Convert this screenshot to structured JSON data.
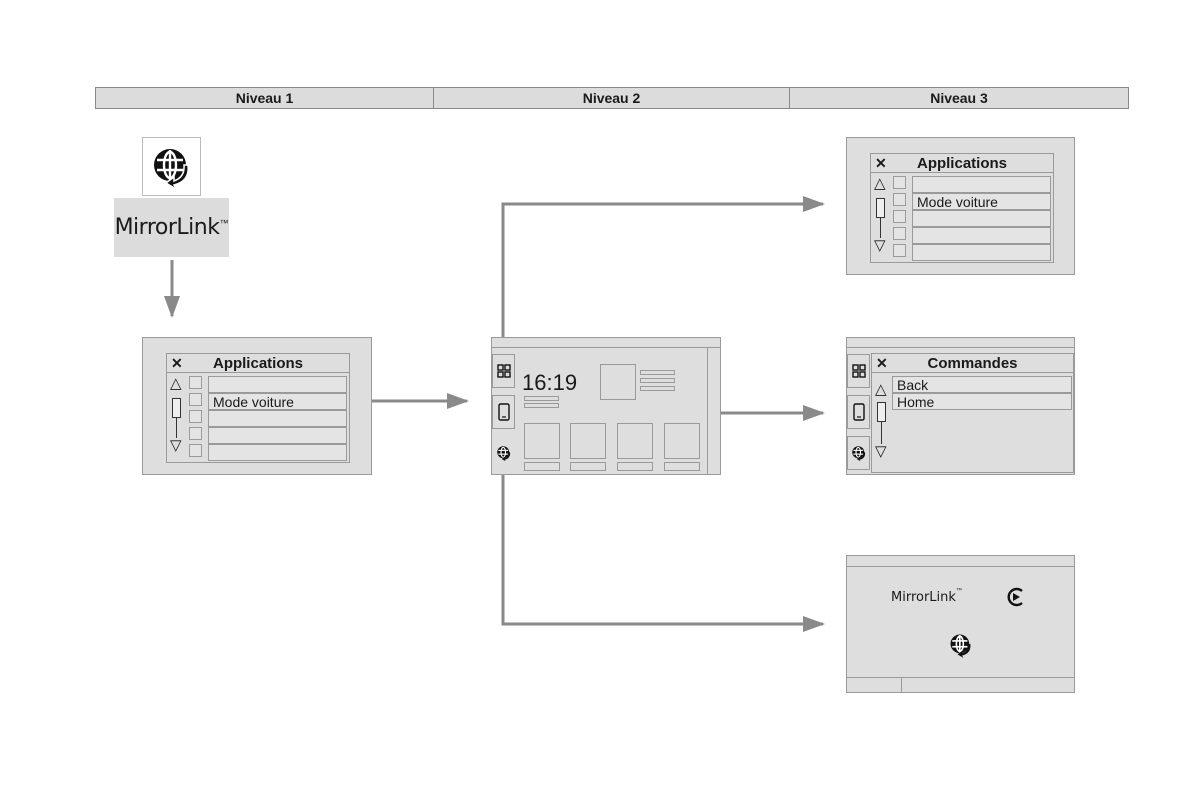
{
  "header": {
    "col1": "Niveau 1",
    "col2": "Niveau 2",
    "col3": "Niveau 3"
  },
  "level1": {
    "brand": "MirrorLink",
    "brand_tm": "™",
    "apps_list": {
      "title": "Applications",
      "close": "✕",
      "up": "△",
      "down": "▽",
      "items": [
        "",
        "Mode voiture",
        "",
        "",
        ""
      ]
    }
  },
  "level2": {
    "home": {
      "time": "16:19"
    }
  },
  "level3": {
    "apps_list": {
      "title": "Applications",
      "close": "✕",
      "up": "△",
      "down": "▽",
      "items": [
        "",
        "Mode voiture",
        "",
        "",
        ""
      ]
    },
    "commands": {
      "title": "Commandes",
      "close": "✕",
      "up": "△",
      "down": "▽",
      "items": [
        "Back",
        "Home"
      ]
    },
    "mirrorlink_screen": {
      "brand": "MirrorLink",
      "brand_tm": "™"
    }
  },
  "colors": {
    "arrow": "#8a8a8a",
    "panel": "#dedede",
    "border": "#9a9a9a"
  }
}
